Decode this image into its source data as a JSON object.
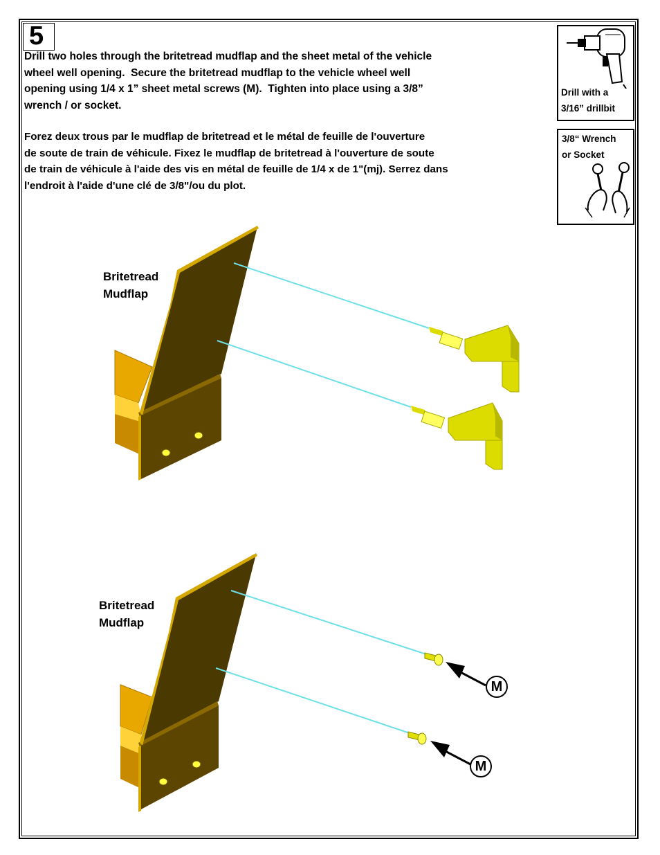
{
  "step": {
    "number": "5"
  },
  "instructions": {
    "english": "Drill two holes through the britetread mudflap and the sheet metal of the vehicle\nwheel well opening.  Secure the britetread mudflap to the vehicle wheel well\nopening using 1/4 x 1” sheet metal screws (M).  Tighten into place using a 3/8”\nwrench / or socket.",
    "french": "Forez deux trous par le mudflap de britetread et le métal de feuille de l'ouverture\nde soute de train de véhicule. Fixez le mudflap de britetread à l'ouverture de soute\nde train de véhicule à l'aide des vis en métal de feuille de 1/4 x de 1\"(mj). Serrez dans\nl'endroit à l'aide d'une clé de 3/8\"/ou du plot."
  },
  "tools": {
    "drill": {
      "label": "Drill with a\n3/16” drillbit",
      "icon": "drill-icon"
    },
    "wrench": {
      "label": "3/8“ Wrench\nor Socket",
      "icon": "wrench-hands-icon"
    }
  },
  "figures": {
    "top": {
      "part_label": "Britetread\nMudflap",
      "tool_icon": "drill-icon"
    },
    "bottom": {
      "part_label": "Britetread\nMudflap",
      "callouts": [
        "M",
        "M"
      ]
    }
  },
  "colors": {
    "mudflap_dark": "#4a3900",
    "mudflap_edge": "#d4a800",
    "bracket": "#5c4500",
    "tread": "#e8a800",
    "drill_yellow": "#dcdc00",
    "guide_line": "#6ee0e6",
    "screw": "#e0e000"
  }
}
